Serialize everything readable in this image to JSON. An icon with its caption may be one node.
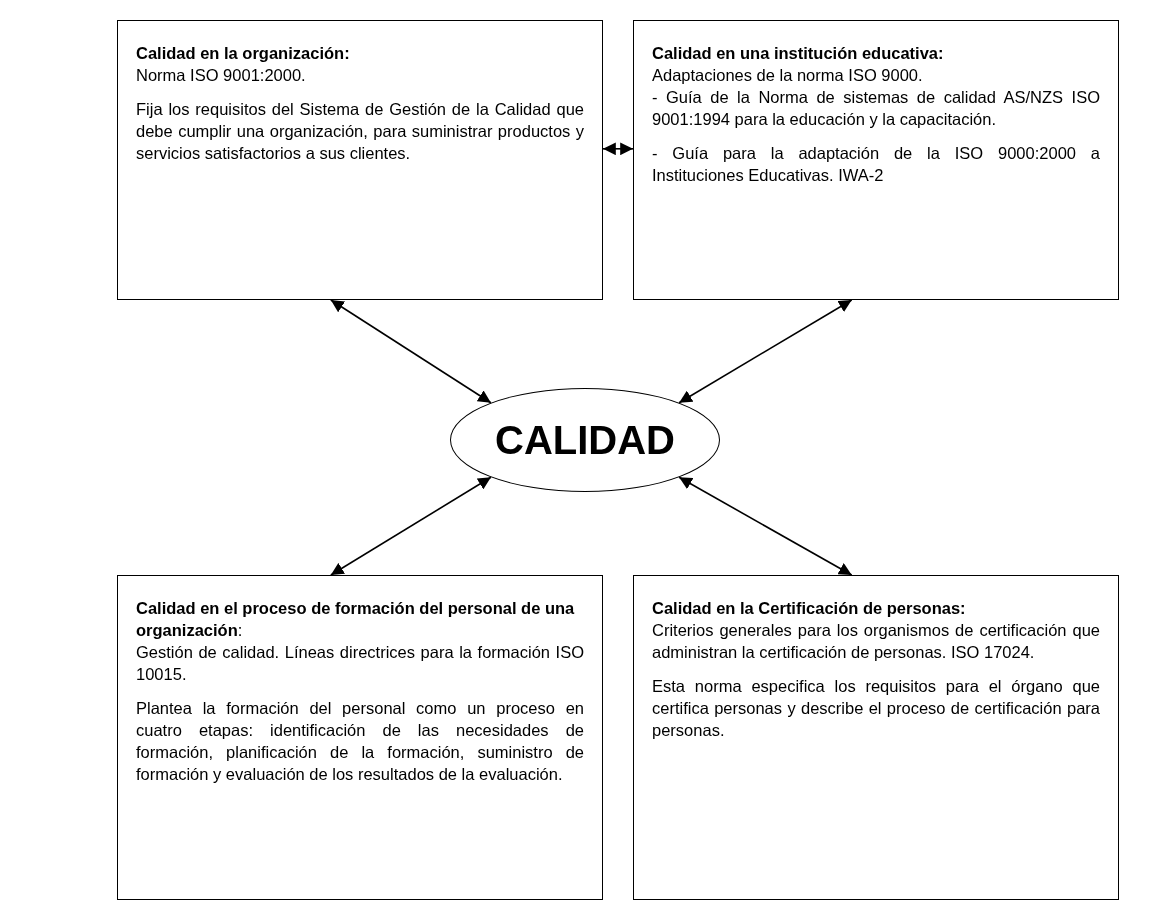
{
  "diagram": {
    "nodes": [
      {
        "text": [
          "Calidad en la organización:",
          "Norma ISO 9001:2000.",
          "Fija los requisitos del Sistema de Gestión de la Calidad que debe cumplir una organización, para suministrar productos y servicios satisfactorios a sus clientes."
        ]
      },
      {
        "text": [
          "Calidad en una institución educativa:",
          "Adaptaciones de la norma ISO 9000.",
          "- Guía de la Norma de sistemas de calidad AS/NZS ISO 9001:1994 para la educación y la capacitación.",
          "- Guía para la adaptación de la ISO 9000:2000 a Instituciones Educativas. IWA-2"
        ]
      },
      {
        "text": [
          "CALIDAD"
        ]
      },
      {
        "text": [
          "**Calidad en el proceso de formación del personal de una organización**:",
          "Gestión de calidad. Líneas directrices para la formación ISO 10015.",
          "Plantea la formación del personal como un proceso en cuatro etapas: identificación de las necesidades de formación, planificación de la formación, suministro de formación y evaluación de los resultados de la evaluación."
        ]
      },
      {
        "text": [
          "Calidad en la Certificación de personas:",
          "Criterios generales para los organismos de certificación que administran la certificación de personas. ISO 17024.",
          "Esta norma especifica los requisitos para el órgano que certifica personas y describe el proceso de certificación para personas."
        ]
      }
    ],
    "edges": [
      {
        "from": 0,
        "to": 1,
        "arrow": "both"
      },
      {
        "from": 0,
        "to": 2,
        "arrow": "both"
      },
      {
        "from": 1,
        "to": 2,
        "arrow": "both"
      },
      {
        "from": 3,
        "to": 2,
        "arrow": "both"
      },
      {
        "from": 4,
        "to": 2,
        "arrow": "both"
      }
    ]
  }
}
